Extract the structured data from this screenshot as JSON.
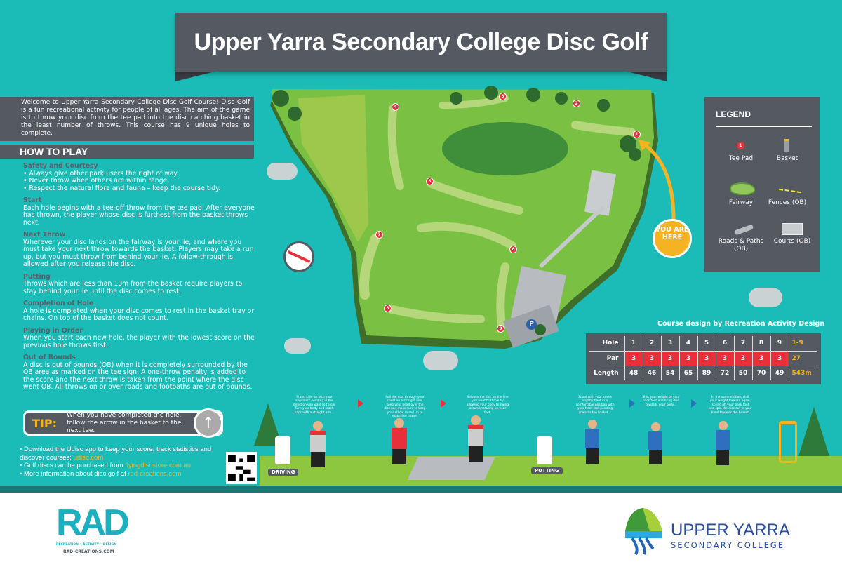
{
  "title": "Upper Yarra Secondary College Disc Golf",
  "intro": "Welcome to Upper Yarra Secondary College Disc Golf Course! Disc Golf is a fun recreational activity for people of all ages. The aim of the game is to throw your disc from the tee pad into the disc catching basket in the least number of throws. This course has 9 unique holes to complete.",
  "how_to_play": "HOW TO PLAY",
  "rules": [
    {
      "heading": "Safety and Courtesy",
      "text": "• Always give other park users the right of way.\n• Never throw when others are within range.\n• Respect the natural flora and fauna – keep the course tidy."
    },
    {
      "heading": "Start",
      "text": "Each hole begins with a tee-off throw from the tee pad. After everyone has thrown, the player whose disc is furthest from the basket throws next."
    },
    {
      "heading": "Next Throw",
      "text": "Wherever your disc lands on the fairway is your lie, and where you must take your next throw towards the basket. Players may take a run up, but you must throw from behind your lie. A follow-through is allowed after you release the disc."
    },
    {
      "heading": "Putting",
      "text": "Throws which are less than 10m from the basket require players to stay behind your lie until the disc comes to rest."
    },
    {
      "heading": "Completion of Hole",
      "text": "A hole is completed when your disc comes to rest in the basket tray or chains. On top of the basket does not count."
    },
    {
      "heading": "Playing in Order",
      "text": "When you start each new hole, the player with the lowest score on the previous hole throws first."
    },
    {
      "heading": "Out of Bounds",
      "text": "A disc is out of bounds (OB) when it is completely surrounded by the OB area as marked on the tee sign. A one-throw penalty is added to the score and the next throw is taken from the point where the disc went OB. All throws on or over roads and footpaths are out of bounds."
    }
  ],
  "tip": {
    "label": "TIP:",
    "text": "When you have completed the hole, follow the arrow in the basket to the next tee."
  },
  "links": [
    {
      "text": "• Download the Udisc app to keep your score, track statistics and discover courses: ",
      "link": "udisc.com"
    },
    {
      "text": "• Golf discs can be purchased from ",
      "link": "flyingdiscstore.com.au"
    },
    {
      "text": "• More information about disc golf at ",
      "link": "rad-creations.com"
    }
  ],
  "map": {
    "you_are_here": "YOU ARE HERE",
    "tees": [
      "1",
      "2",
      "3",
      "4",
      "5",
      "6",
      "7",
      "8",
      "9"
    ],
    "parking": "P"
  },
  "legend": {
    "title": "LEGEND",
    "items": [
      "Tee Pad",
      "Basket",
      "Fairway",
      "Fences (OB)",
      "Roads & Paths (OB)",
      "Courts (OB)"
    ],
    "tee_sample": "1"
  },
  "credit": "Course design by Recreation Activity Design",
  "scorecard": {
    "rows": [
      {
        "label": "Hole",
        "values": [
          "1",
          "2",
          "3",
          "4",
          "5",
          "6",
          "7",
          "8",
          "9"
        ],
        "total": "1-9"
      },
      {
        "label": "Par",
        "values": [
          "3",
          "3",
          "3",
          "3",
          "3",
          "3",
          "3",
          "3",
          "3"
        ],
        "total": "27"
      },
      {
        "label": "Length",
        "values": [
          "48",
          "46",
          "54",
          "65",
          "89",
          "72",
          "50",
          "70",
          "49"
        ],
        "total": "543m"
      }
    ]
  },
  "technique": {
    "driving_label": "DRIVING",
    "putting_label": "PUTTING",
    "steps": [
      "Stand side-on with your shoulders pointing in the direction you want to throw. Turn your body and reach back with a straight arm...",
      "Pull the disc through your chest on a straight line. Keep your head over the disc and make sure to keep your elbow raised up to maximise power.",
      "Release the disc on the line you want to throw by allowing your body to swing around, rotating on your foot.",
      "Stand with your knees slightly bent in a comfortable position with your front foot pointing towards the basket...",
      "Shift your weight to your back foot and bring disc towards your body...",
      "In the same motion, shift your weight forward again, spring off your back foot and spin the disc out of your hand towards the basket."
    ]
  },
  "footer": {
    "rad_logo": "RAD",
    "rad_tagline": "RECREATION • ACTIVITY • DESIGN",
    "rad_url": "RAD-CREATIONS.COM",
    "school_name": "UPPER YARRA",
    "school_sub": "SECONDARY COLLEGE"
  },
  "colors": {
    "background": "#1bbcb7",
    "panel": "#555962",
    "accent_red": "#e8303a",
    "accent_yellow": "#f5b323",
    "grass": "#8dc63f"
  }
}
